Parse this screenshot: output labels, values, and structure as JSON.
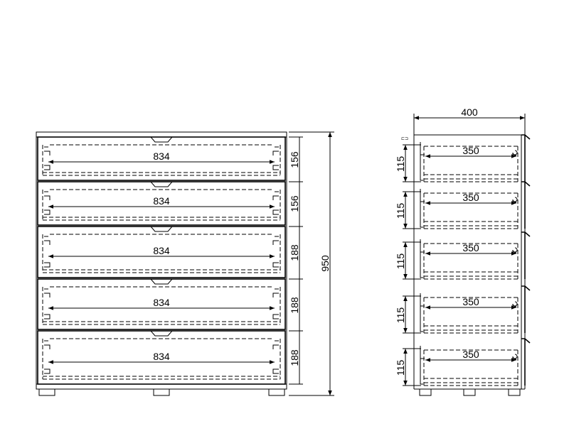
{
  "front_view": {
    "overall_height": "950",
    "drawers": [
      {
        "width": "834",
        "height": "156"
      },
      {
        "width": "834",
        "height": "156"
      },
      {
        "width": "834",
        "height": "188"
      },
      {
        "width": "834",
        "height": "188"
      },
      {
        "width": "834",
        "height": "188"
      }
    ]
  },
  "side_view": {
    "overall_depth": "400",
    "drawers": [
      {
        "depth": "350",
        "height": "115"
      },
      {
        "depth": "350",
        "height": "115"
      },
      {
        "depth": "350",
        "height": "115"
      },
      {
        "depth": "350",
        "height": "115"
      },
      {
        "depth": "350",
        "height": "115"
      }
    ]
  },
  "colors": {
    "line": "#000000",
    "background": "#ffffff"
  }
}
